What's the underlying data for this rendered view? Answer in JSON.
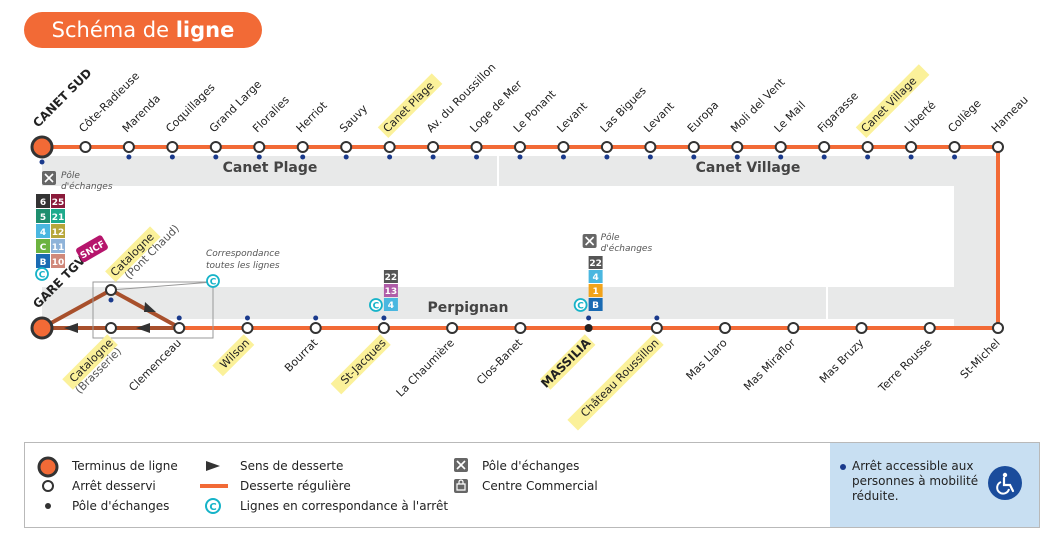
{
  "title": {
    "prefix": "Schéma de ",
    "bold": "ligne"
  },
  "colors": {
    "line": "#f26a36",
    "dark_line": "#a8502c",
    "accent": "#f26a36",
    "zone": "#e8e9e9",
    "dot": "#1a3a8c",
    "corr": "#16b3c8",
    "sncf": "#b6156c"
  },
  "top_stops": [
    {
      "name": "CANET SUD",
      "terminus": true,
      "highlight": false,
      "access": true
    },
    {
      "name": "Côte-Radieuse",
      "highlight": false,
      "access": false
    },
    {
      "name": "Marenda",
      "highlight": false,
      "access": true
    },
    {
      "name": "Coquillages",
      "highlight": false,
      "access": true
    },
    {
      "name": "Grand Large",
      "highlight": false,
      "access": true
    },
    {
      "name": "Floralies",
      "highlight": false,
      "access": true
    },
    {
      "name": "Herriot",
      "highlight": false,
      "access": true
    },
    {
      "name": "Sauvy",
      "highlight": false,
      "access": true
    },
    {
      "name": "Canet Plage",
      "highlight": true,
      "access": true
    },
    {
      "name": "Av. du Roussillon",
      "highlight": false,
      "access": true
    },
    {
      "name": "Loge de Mer",
      "highlight": false,
      "access": true
    },
    {
      "name": "Le Ponant",
      "highlight": false,
      "access": true
    },
    {
      "name": "Levant",
      "highlight": false,
      "access": true
    },
    {
      "name": "Las Bigues",
      "highlight": false,
      "access": true
    },
    {
      "name": "Levant",
      "highlight": false,
      "access": true
    },
    {
      "name": "Europa",
      "highlight": false,
      "access": true
    },
    {
      "name": "Moli del Vent",
      "highlight": false,
      "access": true
    },
    {
      "name": "Le Mail",
      "highlight": false,
      "access": true
    },
    {
      "name": "Figarasse",
      "highlight": false,
      "access": true
    },
    {
      "name": "Canet Village",
      "highlight": true,
      "access": true
    },
    {
      "name": "Liberté",
      "highlight": false,
      "access": true
    },
    {
      "name": "Collège",
      "highlight": false,
      "access": true
    },
    {
      "name": "Hameau",
      "highlight": false,
      "access": false
    }
  ],
  "bottom_stops": [
    {
      "name": "GARE TGV",
      "terminus": true,
      "highlight": false
    },
    {
      "name": "Catalogne",
      "sub": "(Brasserie)",
      "highlight": true,
      "access": false
    },
    {
      "name": "Clemenceau",
      "highlight": false,
      "access": true
    },
    {
      "name": "Wilson",
      "highlight": true,
      "access": true
    },
    {
      "name": "Bourrat",
      "highlight": false,
      "access": true
    },
    {
      "name": "St-Jacques",
      "highlight": true,
      "access": true
    },
    {
      "name": "La Chaumière",
      "highlight": false,
      "access": false
    },
    {
      "name": "Clos-Banet",
      "highlight": false,
      "access": false
    },
    {
      "name": "MASSILIA",
      "highlight": true,
      "bold": true,
      "access": true
    },
    {
      "name": "Château Roussillon",
      "highlight": true,
      "access": true
    },
    {
      "name": "Mas Llaro",
      "highlight": false,
      "access": false
    },
    {
      "name": "Mas Miraflor",
      "highlight": false,
      "access": false
    },
    {
      "name": "Mas Bruzy",
      "highlight": false,
      "access": false
    },
    {
      "name": "Terre Rousse",
      "highlight": false,
      "access": false
    },
    {
      "name": "St-Michel",
      "highlight": false,
      "access": false
    }
  ],
  "upper_stop": {
    "name": "Catalogne",
    "sub": "(Pont Chaud)"
  },
  "zones": {
    "canet_plage": "Canet Plage",
    "canet_village": "Canet Village",
    "perpignan": "Perpignan"
  },
  "pole_label": [
    "Pôle",
    "d'échanges"
  ],
  "corr_note": [
    "Correspondance",
    "toutes les lignes"
  ],
  "sncf": "SNCF",
  "c_symbol": "C",
  "gare_lines": [
    [
      {
        "t": "6",
        "c": "#333333"
      },
      {
        "t": "25",
        "c": "#8a1a3a"
      }
    ],
    [
      {
        "t": "5",
        "c": "#1e8e6e"
      },
      {
        "t": "21",
        "c": "#1eaa8c"
      }
    ],
    [
      {
        "t": "4",
        "c": "#4ab7e0"
      },
      {
        "t": "12",
        "c": "#b7a63a"
      }
    ],
    [
      {
        "t": "C",
        "c": "#6cb33f"
      },
      {
        "t": "11",
        "c": "#8fb3d9"
      }
    ],
    [
      {
        "t": "B",
        "c": "#1a6bb3"
      },
      {
        "t": "10",
        "c": "#d0887a"
      }
    ]
  ],
  "stjacques_lines": [
    {
      "t": "22",
      "c": "#555555"
    },
    {
      "t": "13",
      "c": "#b05ca8"
    },
    {
      "t": "4",
      "c": "#4ab7e0"
    }
  ],
  "massilia_lines": [
    {
      "t": "22",
      "c": "#555555"
    },
    {
      "t": "4",
      "c": "#4ab7e0"
    },
    {
      "t": "1",
      "c": "#f2a31a"
    },
    {
      "t": "B",
      "c": "#1a6bb3"
    }
  ],
  "legend": {
    "terminus": "Terminus de ligne",
    "stop": "Arrêt desservi",
    "pole": "Pôle d'échanges",
    "direction": "Sens de desserte",
    "regular": "Desserte régulière",
    "corr": "Lignes en correspondance à l'arrêt",
    "pole_icon": "Pôle d'échanges",
    "mall": "Centre Commercial",
    "access": "Arrêt accessible aux personnes à mobilité réduite."
  },
  "icons": {
    "pole": "exchange-hub-icon",
    "mall": "shopping-bag-icon",
    "access": "wheelchair-icon",
    "corr": "connection-c-icon"
  }
}
